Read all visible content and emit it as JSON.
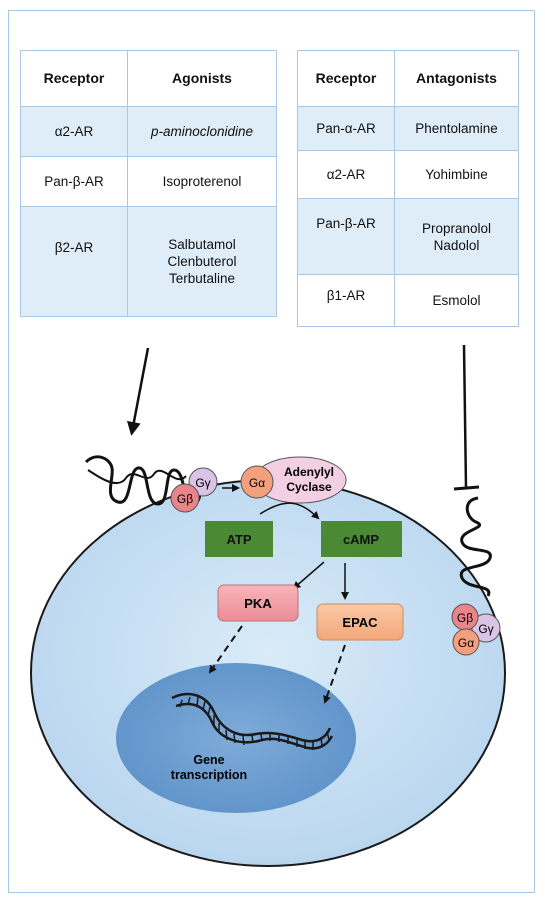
{
  "agonists_table": {
    "headers": [
      "Receptor",
      "Agonists"
    ],
    "rows": [
      {
        "receptor": "α2-AR",
        "drugs": [
          "p-aminoclonidine"
        ]
      },
      {
        "receptor": "Pan-β-AR",
        "drugs": [
          "Isoproterenol"
        ]
      },
      {
        "receptor": "β2-AR",
        "drugs": [
          "Salbutamol",
          "Clenbuterol",
          "Terbutaline"
        ]
      }
    ]
  },
  "antagonists_table": {
    "headers": [
      "Receptor",
      "Antagonists"
    ],
    "rows": [
      {
        "receptor": "Pan-α-AR",
        "drugs": [
          "Phentolamine"
        ]
      },
      {
        "receptor": "α2-AR",
        "drugs": [
          "Yohimbine"
        ]
      },
      {
        "receptor": "Pan-β-AR",
        "drugs": [
          "Propranolol",
          "Nadolol"
        ]
      },
      {
        "receptor": "β1-AR",
        "drugs": [
          "Esmolol"
        ]
      }
    ]
  },
  "cell": {
    "g_alpha": "Gα",
    "g_beta": "Gβ",
    "g_gamma": "Gγ",
    "adenylyl_cyclase": [
      "Adenylyl",
      "Cyclase"
    ],
    "atp": "ATP",
    "camp": "cAMP",
    "pka": "PKA",
    "epac": "EPAC",
    "gene_transcription": [
      "Gene",
      "transcription"
    ]
  },
  "colors": {
    "border": "#a9c8e4",
    "row_shade": "#deedf8",
    "cytoplasm": "#cfe3f4",
    "nucleus": "#6f9fd0",
    "green_box": "#4a8a35",
    "pka": "#f29aa2",
    "epac": "#f6b48a",
    "g_alpha": "#f4a07c",
    "g_beta": "#e9848a",
    "g_gamma": "#d9c4e6",
    "cyclase": "#f2cfe3"
  }
}
